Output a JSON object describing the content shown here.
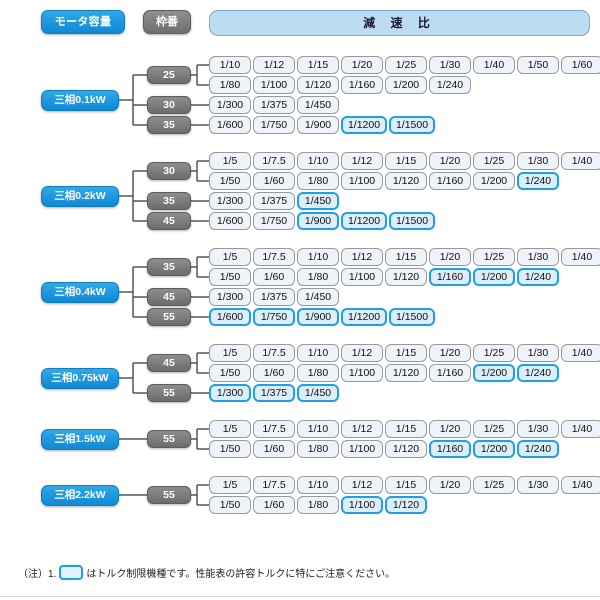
{
  "header": {
    "motor_capacity_label": "モータ容量",
    "frame_number_label": "枠番",
    "ratio_label": "減 速 比"
  },
  "colors": {
    "accent_blue": "#1d96de",
    "highlight_border": "#1f9fe6",
    "frame_gray": "#7b7b7b",
    "ratio_header_bg": "#bcdcf2",
    "chip_bg": "#eef4f9"
  },
  "footnote": {
    "prefix": "（注）1.",
    "text": "はトルク制限機種です。性能表の許容トルクに特にご注意ください。"
  },
  "sections": [
    {
      "motor": "三相0.1kW",
      "groups": [
        {
          "frame": "25",
          "rows": [
            {
              "chips": [
                {
                  "t": "1/10",
                  "hl": false
                },
                {
                  "t": "1/12",
                  "hl": false
                },
                {
                  "t": "1/15",
                  "hl": false
                },
                {
                  "t": "1/20",
                  "hl": false
                },
                {
                  "t": "1/25",
                  "hl": false
                },
                {
                  "t": "1/30",
                  "hl": false
                },
                {
                  "t": "1/40",
                  "hl": false
                },
                {
                  "t": "1/50",
                  "hl": false
                },
                {
                  "t": "1/60",
                  "hl": false
                }
              ]
            },
            {
              "chips": [
                {
                  "t": "1/80",
                  "hl": false
                },
                {
                  "t": "1/100",
                  "hl": false
                },
                {
                  "t": "1/120",
                  "hl": false
                },
                {
                  "t": "1/160",
                  "hl": false
                },
                {
                  "t": "1/200",
                  "hl": false
                },
                {
                  "t": "1/240",
                  "hl": false
                }
              ]
            }
          ]
        },
        {
          "frame": "30",
          "rows": [
            {
              "chips": [
                {
                  "t": "1/300",
                  "hl": false
                },
                {
                  "t": "1/375",
                  "hl": false
                },
                {
                  "t": "1/450",
                  "hl": false
                }
              ]
            }
          ]
        },
        {
          "frame": "35",
          "rows": [
            {
              "chips": [
                {
                  "t": "1/600",
                  "hl": false
                },
                {
                  "t": "1/750",
                  "hl": false
                },
                {
                  "t": "1/900",
                  "hl": false
                },
                {
                  "t": "1/1200",
                  "hl": true
                },
                {
                  "t": "1/1500",
                  "hl": true
                }
              ]
            }
          ]
        }
      ]
    },
    {
      "motor": "三相0.2kW",
      "groups": [
        {
          "frame": "30",
          "rows": [
            {
              "chips": [
                {
                  "t": "1/5",
                  "hl": false
                },
                {
                  "t": "1/7.5",
                  "hl": false
                },
                {
                  "t": "1/10",
                  "hl": false
                },
                {
                  "t": "1/12",
                  "hl": false
                },
                {
                  "t": "1/15",
                  "hl": false
                },
                {
                  "t": "1/20",
                  "hl": false
                },
                {
                  "t": "1/25",
                  "hl": false
                },
                {
                  "t": "1/30",
                  "hl": false
                },
                {
                  "t": "1/40",
                  "hl": false
                }
              ]
            },
            {
              "chips": [
                {
                  "t": "1/50",
                  "hl": false
                },
                {
                  "t": "1/60",
                  "hl": false
                },
                {
                  "t": "1/80",
                  "hl": false
                },
                {
                  "t": "1/100",
                  "hl": false
                },
                {
                  "t": "1/120",
                  "hl": false
                },
                {
                  "t": "1/160",
                  "hl": false
                },
                {
                  "t": "1/200",
                  "hl": false
                },
                {
                  "t": "1/240",
                  "hl": true
                }
              ]
            }
          ]
        },
        {
          "frame": "35",
          "rows": [
            {
              "chips": [
                {
                  "t": "1/300",
                  "hl": false
                },
                {
                  "t": "1/375",
                  "hl": false
                },
                {
                  "t": "1/450",
                  "hl": true
                }
              ]
            }
          ]
        },
        {
          "frame": "45",
          "rows": [
            {
              "chips": [
                {
                  "t": "1/600",
                  "hl": false
                },
                {
                  "t": "1/750",
                  "hl": false
                },
                {
                  "t": "1/900",
                  "hl": true
                },
                {
                  "t": "1/1200",
                  "hl": true
                },
                {
                  "t": "1/1500",
                  "hl": true
                }
              ]
            }
          ]
        }
      ]
    },
    {
      "motor": "三相0.4kW",
      "groups": [
        {
          "frame": "35",
          "rows": [
            {
              "chips": [
                {
                  "t": "1/5",
                  "hl": false
                },
                {
                  "t": "1/7.5",
                  "hl": false
                },
                {
                  "t": "1/10",
                  "hl": false
                },
                {
                  "t": "1/12",
                  "hl": false
                },
                {
                  "t": "1/15",
                  "hl": false
                },
                {
                  "t": "1/20",
                  "hl": false
                },
                {
                  "t": "1/25",
                  "hl": false
                },
                {
                  "t": "1/30",
                  "hl": false
                },
                {
                  "t": "1/40",
                  "hl": false
                }
              ]
            },
            {
              "chips": [
                {
                  "t": "1/50",
                  "hl": false
                },
                {
                  "t": "1/60",
                  "hl": false
                },
                {
                  "t": "1/80",
                  "hl": false
                },
                {
                  "t": "1/100",
                  "hl": false
                },
                {
                  "t": "1/120",
                  "hl": false
                },
                {
                  "t": "1/160",
                  "hl": true
                },
                {
                  "t": "1/200",
                  "hl": true
                },
                {
                  "t": "1/240",
                  "hl": true
                }
              ]
            }
          ]
        },
        {
          "frame": "45",
          "rows": [
            {
              "chips": [
                {
                  "t": "1/300",
                  "hl": false
                },
                {
                  "t": "1/375",
                  "hl": false
                },
                {
                  "t": "1/450",
                  "hl": false
                }
              ]
            }
          ]
        },
        {
          "frame": "55",
          "rows": [
            {
              "chips": [
                {
                  "t": "1/600",
                  "hl": true
                },
                {
                  "t": "1/750",
                  "hl": true
                },
                {
                  "t": "1/900",
                  "hl": true
                },
                {
                  "t": "1/1200",
                  "hl": true
                },
                {
                  "t": "1/1500",
                  "hl": true
                }
              ]
            }
          ]
        }
      ]
    },
    {
      "motor": "三相0.75kW",
      "groups": [
        {
          "frame": "45",
          "rows": [
            {
              "chips": [
                {
                  "t": "1/5",
                  "hl": false
                },
                {
                  "t": "1/7.5",
                  "hl": false
                },
                {
                  "t": "1/10",
                  "hl": false
                },
                {
                  "t": "1/12",
                  "hl": false
                },
                {
                  "t": "1/15",
                  "hl": false
                },
                {
                  "t": "1/20",
                  "hl": false
                },
                {
                  "t": "1/25",
                  "hl": false
                },
                {
                  "t": "1/30",
                  "hl": false
                },
                {
                  "t": "1/40",
                  "hl": false
                }
              ]
            },
            {
              "chips": [
                {
                  "t": "1/50",
                  "hl": false
                },
                {
                  "t": "1/60",
                  "hl": false
                },
                {
                  "t": "1/80",
                  "hl": false
                },
                {
                  "t": "1/100",
                  "hl": false
                },
                {
                  "t": "1/120",
                  "hl": false
                },
                {
                  "t": "1/160",
                  "hl": false
                },
                {
                  "t": "1/200",
                  "hl": true
                },
                {
                  "t": "1/240",
                  "hl": true
                }
              ]
            }
          ]
        },
        {
          "frame": "55",
          "rows": [
            {
              "chips": [
                {
                  "t": "1/300",
                  "hl": true
                },
                {
                  "t": "1/375",
                  "hl": true
                },
                {
                  "t": "1/450",
                  "hl": true
                }
              ]
            }
          ]
        }
      ]
    },
    {
      "motor": "三相1.5kW",
      "groups": [
        {
          "frame": "55",
          "rows": [
            {
              "chips": [
                {
                  "t": "1/5",
                  "hl": false
                },
                {
                  "t": "1/7.5",
                  "hl": false
                },
                {
                  "t": "1/10",
                  "hl": false
                },
                {
                  "t": "1/12",
                  "hl": false
                },
                {
                  "t": "1/15",
                  "hl": false
                },
                {
                  "t": "1/20",
                  "hl": false
                },
                {
                  "t": "1/25",
                  "hl": false
                },
                {
                  "t": "1/30",
                  "hl": false
                },
                {
                  "t": "1/40",
                  "hl": false
                }
              ]
            },
            {
              "chips": [
                {
                  "t": "1/50",
                  "hl": false
                },
                {
                  "t": "1/60",
                  "hl": false
                },
                {
                  "t": "1/80",
                  "hl": false
                },
                {
                  "t": "1/100",
                  "hl": false
                },
                {
                  "t": "1/120",
                  "hl": false
                },
                {
                  "t": "1/160",
                  "hl": true
                },
                {
                  "t": "1/200",
                  "hl": true
                },
                {
                  "t": "1/240",
                  "hl": true
                }
              ]
            }
          ]
        }
      ]
    },
    {
      "motor": "三相2.2kW",
      "groups": [
        {
          "frame": "55",
          "rows": [
            {
              "chips": [
                {
                  "t": "1/5",
                  "hl": false
                },
                {
                  "t": "1/7.5",
                  "hl": false
                },
                {
                  "t": "1/10",
                  "hl": false
                },
                {
                  "t": "1/12",
                  "hl": false
                },
                {
                  "t": "1/15",
                  "hl": false
                },
                {
                  "t": "1/20",
                  "hl": false
                },
                {
                  "t": "1/25",
                  "hl": false
                },
                {
                  "t": "1/30",
                  "hl": false
                },
                {
                  "t": "1/40",
                  "hl": false
                }
              ]
            },
            {
              "chips": [
                {
                  "t": "1/50",
                  "hl": false
                },
                {
                  "t": "1/60",
                  "hl": false
                },
                {
                  "t": "1/80",
                  "hl": false
                },
                {
                  "t": "1/100",
                  "hl": true
                },
                {
                  "t": "1/120",
                  "hl": true
                }
              ]
            }
          ]
        }
      ]
    }
  ]
}
